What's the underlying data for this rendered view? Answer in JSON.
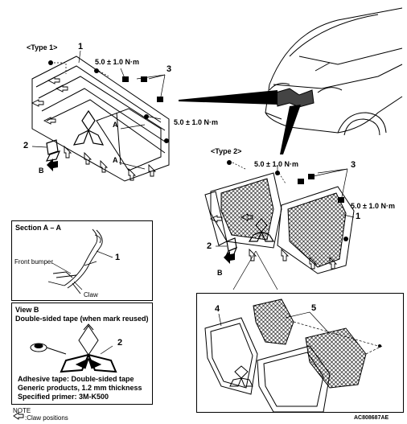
{
  "type1": {
    "heading": "<Type 1>",
    "torque_top": "5.0 ± 1.0 N·m",
    "torque_right": "5.0 ± 1.0 N·m",
    "callouts": {
      "grille": "1",
      "emblem": "2",
      "clip": "3"
    },
    "section_mark": "A",
    "view_mark": "B"
  },
  "type2": {
    "heading": "<Type 2>",
    "torque_top": "5.0 ± 1.0 N·m",
    "torque_right": "5.0 ± 1.0 N·m",
    "callouts": {
      "grille": "1",
      "emblem": "2",
      "clip": "3"
    },
    "view_mark": "B"
  },
  "exploded": {
    "callouts": {
      "frame": "4",
      "mesh": "5"
    }
  },
  "section_aa": {
    "title": "Section A – A",
    "front_bumper": "Front bumper",
    "claw": "Claw",
    "callout": "1"
  },
  "view_b": {
    "title": "View B",
    "subtitle": "Double-sided tape (when mark reused)",
    "callout": "2",
    "note_line1": "Adhesive tape: Double-sided tape",
    "note_line2": "Generic products, 1.2 mm thickness",
    "note_line3": "Specified primer: 3M-K500"
  },
  "note": {
    "title": "NOTE",
    "claw_positions": ":Claw positions"
  },
  "figure_code": "AC808687AE"
}
